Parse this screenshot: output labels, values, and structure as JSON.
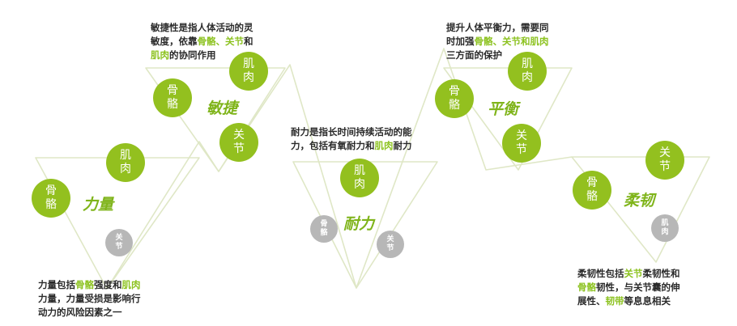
{
  "groups": [
    {
      "title": "力量",
      "nodes": {
        "bone": "骨骼",
        "muscle": "肌肉",
        "joint": "关节"
      },
      "desc": [
        {
          "t": "力量包括"
        },
        {
          "t": "骨骼",
          "h": true
        },
        {
          "t": "强度和"
        },
        {
          "t": "肌肉",
          "h": true
        },
        {
          "br": true
        },
        {
          "t": "力量，力量受损是影响行"
        },
        {
          "br": true
        },
        {
          "t": "动力的风险因素之一"
        }
      ]
    },
    {
      "title": "敏捷",
      "nodes": {
        "bone": "骨骼",
        "muscle": "肌肉",
        "joint": "关节"
      },
      "desc": [
        {
          "t": "敏捷性是指人体活动的灵"
        },
        {
          "br": true
        },
        {
          "t": "敏度，依靠"
        },
        {
          "t": "骨骼",
          "h": true
        },
        {
          "t": "、",
          "h": true
        },
        {
          "t": "关节",
          "h": true
        },
        {
          "t": "和"
        },
        {
          "br": true
        },
        {
          "t": "肌肉",
          "h": true
        },
        {
          "t": "的协同作用"
        }
      ]
    },
    {
      "title": "耐力",
      "nodes": {
        "bone": "骨骼",
        "muscle": "肌肉",
        "joint": "关节"
      },
      "desc": [
        {
          "t": "耐力是指长时间持续活动的能"
        },
        {
          "br": true
        },
        {
          "t": "力，包括有氧耐力和"
        },
        {
          "t": "肌肉",
          "h": true
        },
        {
          "t": "耐力"
        }
      ]
    },
    {
      "title": "平衡",
      "nodes": {
        "bone": "骨骼",
        "muscle": "肌肉",
        "joint": "关节"
      },
      "desc": [
        {
          "t": "提升人体平衡力，需要同"
        },
        {
          "br": true
        },
        {
          "t": "时加强"
        },
        {
          "t": "骨骼",
          "h": true
        },
        {
          "t": "、",
          "h": true
        },
        {
          "t": "关节和肌肉",
          "h": true
        },
        {
          "br": true
        },
        {
          "t": "三方面的保护"
        }
      ]
    },
    {
      "title": "柔韧",
      "nodes": {
        "bone": "骨骼",
        "muscle": "肌肉",
        "joint": "关节"
      },
      "desc": [
        {
          "t": "柔韧性包括"
        },
        {
          "t": "关节",
          "h": true
        },
        {
          "t": "柔韧性和"
        },
        {
          "br": true
        },
        {
          "t": "骨骼",
          "h": true
        },
        {
          "t": "韧性，与关节囊的伸"
        },
        {
          "br": true
        },
        {
          "t": "展性、"
        },
        {
          "t": "韧带",
          "h": true
        },
        {
          "t": "等息息相关"
        }
      ]
    }
  ],
  "colors": {
    "accent": "#93c01f",
    "muted": "#b7b7b7",
    "line": "#dfe7c6",
    "text": "#2a2a2a"
  }
}
